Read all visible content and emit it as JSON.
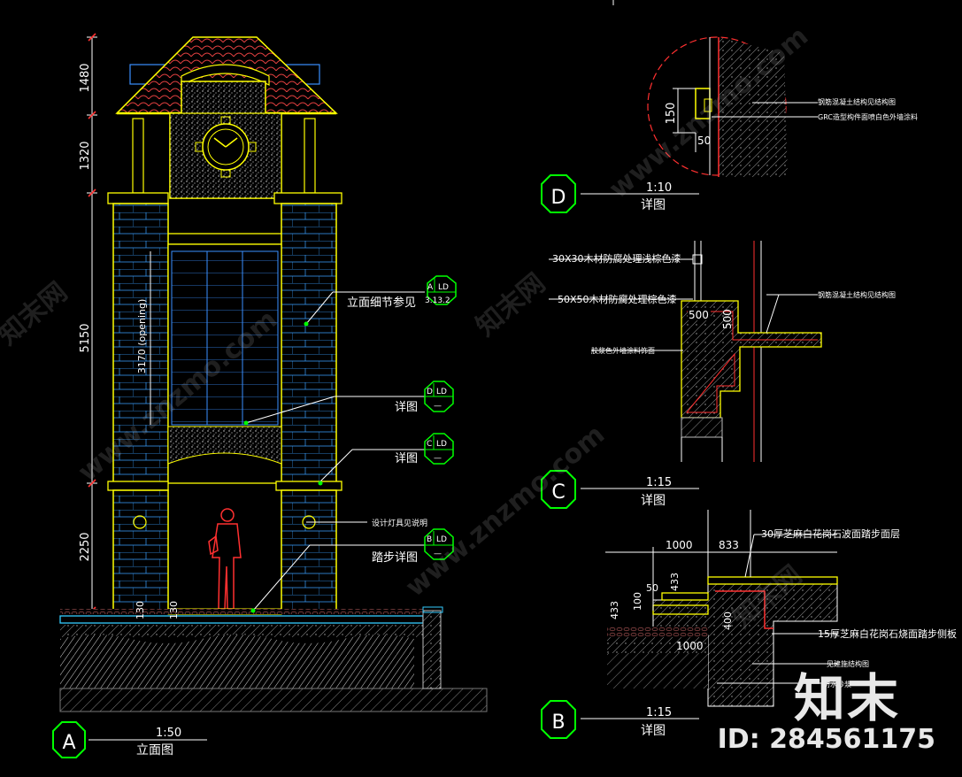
{
  "elevation": {
    "dims": [
      "1480",
      "1320",
      "5150",
      "2250"
    ],
    "inner_dim": "3170 (opening)",
    "ground_dims": [
      "130",
      "130"
    ],
    "callouts": [
      {
        "text": "立面细节参见",
        "tag_top": "A",
        "tag_right": "LD",
        "tag_bottom": "3.13.2"
      },
      {
        "text": "详图",
        "tag_top": "D",
        "tag_right": "LD",
        "tag_bottom": "—"
      },
      {
        "text": "详图",
        "tag_top": "C",
        "tag_right": "LD",
        "tag_bottom": "—"
      },
      {
        "text": "踏步详图",
        "tag_top": "B",
        "tag_right": "LD",
        "tag_bottom": "—"
      }
    ],
    "lamp_note": "设计灯具见说明",
    "label": {
      "letter": "A",
      "scale": "1:50",
      "name": "立面图"
    }
  },
  "detail_d": {
    "dims": [
      "150",
      "50"
    ],
    "notes": [
      "钢筋混凝土结构见结构图",
      "GRC造型构件面喷白色外墙涂料"
    ],
    "label": {
      "letter": "D",
      "scale": "1:10",
      "name": "详图"
    }
  },
  "detail_c": {
    "dims": [
      "500",
      "500"
    ],
    "notes": [
      "30X30木材防腐处理浅棕色漆",
      "50X50木材防腐处理棕色漆",
      "钢筋混凝土结构见结构图",
      "胶浆色外墙涂料饰面"
    ],
    "label": {
      "letter": "C",
      "scale": "1:15",
      "name": "详图"
    }
  },
  "detail_b": {
    "dims": [
      "1000",
      "833",
      "50",
      "433",
      "433",
      "100",
      "400",
      "1000"
    ],
    "notes": [
      "30厚芝麻白花岗石波面踏步面层",
      "15厚芝麻白花岗石烧面踏步侧板",
      "见建施结构图",
      "防水砂浆"
    ],
    "label": {
      "letter": "B",
      "scale": "1:15",
      "name": "详图"
    }
  },
  "watermark": {
    "site": "www.znzmo.com",
    "brand": "知末网"
  },
  "brand": "知末",
  "id_text": "ID: 284561175",
  "colors": {
    "yellow": "#ffff00",
    "red": "#ff2020",
    "cyan": "#33ccff",
    "green": "#00ff00",
    "white": "#ffffff",
    "brown": "#c8a060"
  }
}
